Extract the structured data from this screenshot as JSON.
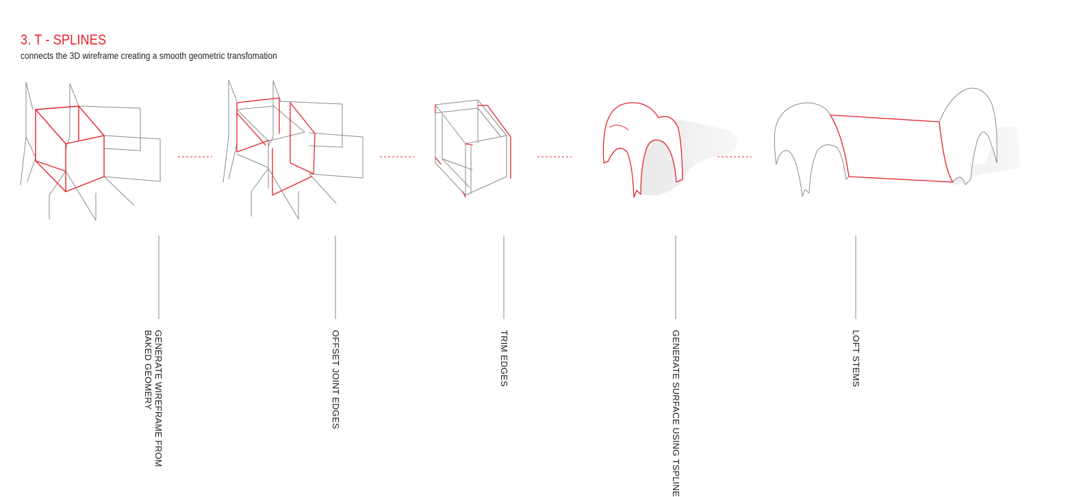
{
  "header": {
    "title": "3. T - SPLINES",
    "subtitle": "connects the 3D wireframe creating a smooth geometric transfomation"
  },
  "steps": [
    {
      "label": "GENERATE WIREFRAME FROM\nBAKED GEOMERY"
    },
    {
      "label": "OFFSET JOINT EDGES"
    },
    {
      "label": "TRIM EDGES"
    },
    {
      "label": "GENERATE SURFACE USING TSPLINE"
    },
    {
      "label": "LOFT STEMS"
    }
  ],
  "colors": {
    "accent": "#e8202a",
    "line": "#7a7a7a",
    "text": "#1a1a1a"
  }
}
